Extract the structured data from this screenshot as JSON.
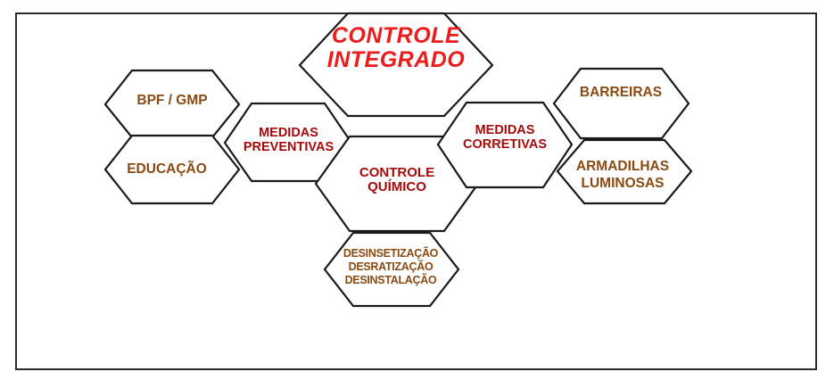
{
  "diagram": {
    "title": "CONTROLE INTEGRADO",
    "colors": {
      "title_red": "#ED1C1C",
      "label_dark_red": "#A50A0A",
      "label_brown": "#8A4A12",
      "outline": "#1a1a1a",
      "frame": "#2b2b2b",
      "background": "#ffffff"
    },
    "nodes": [
      {
        "id": "controle-integrado",
        "label": "CONTROLE\nINTEGRADO",
        "color": "#ED1C1C",
        "style": "bold-italic",
        "role": "root"
      },
      {
        "id": "bpf-gmp",
        "label": "BPF / GMP",
        "color": "#8A4A12",
        "style": "bold",
        "role": "leaf"
      },
      {
        "id": "educacao",
        "label": "EDUCAÇÃO",
        "color": "#8A4A12",
        "style": "bold",
        "role": "leaf"
      },
      {
        "id": "medidas-preventivas",
        "label": "MEDIDAS\nPREVENTIVAS",
        "color": "#A50A0A",
        "style": "bold",
        "role": "branch"
      },
      {
        "id": "controle-quimico",
        "label": "CONTROLE\nQUÍMICO",
        "color": "#A50A0A",
        "style": "bold",
        "role": "branch"
      },
      {
        "id": "desinsetizacao",
        "label": "DESINSETIZAÇÃO\nDESRATIZAÇÃO\nDESINSTALAÇÃO",
        "color": "#8A4A12",
        "style": "bold-condensed",
        "role": "leaf"
      },
      {
        "id": "medidas-corretivas",
        "label": "MEDIDAS\nCORRETIVAS",
        "color": "#A50A0A",
        "style": "bold",
        "role": "branch"
      },
      {
        "id": "barreiras",
        "label": "BARREIRAS",
        "color": "#8A4A12",
        "style": "bold",
        "role": "leaf"
      },
      {
        "id": "armadilhas-luminosas",
        "label": "ARMADILHAS\nLUMINOSAS",
        "color": "#8A4A12",
        "style": "bold",
        "role": "leaf"
      }
    ]
  }
}
